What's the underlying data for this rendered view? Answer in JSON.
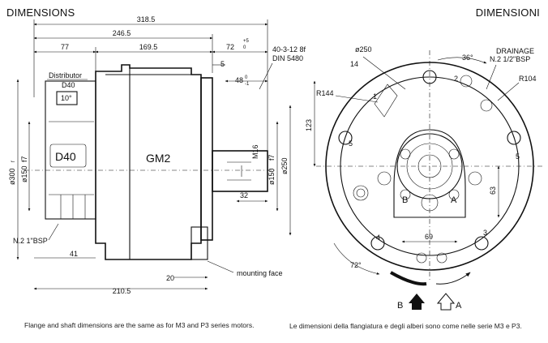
{
  "header": {
    "left_title": "DIMENSIONS",
    "right_title": "DIMENSIONI"
  },
  "side_view": {
    "dims_top": [
      "318.5",
      "246.5",
      "77",
      "169.5",
      "72",
      "+5",
      "0",
      "5",
      "48",
      "0",
      "-1"
    ],
    "spline_spec": [
      "40-3-12 8f",
      "DIN 5480"
    ],
    "distributor_label": "Distributor",
    "d40_small": "D40",
    "box_label": "10°",
    "d40_big": "D40",
    "gm2": "GM2",
    "left_vertical": [
      "ø300",
      "f",
      "ø150",
      "f7"
    ],
    "right_vertical": [
      "M16",
      "ø150",
      "f7",
      "ø250"
    ],
    "dim_32": "32",
    "port_label": "N.2 1\"BSP",
    "dim_41": "41",
    "dim_20": "20",
    "mounting": "mounting face",
    "dim_bottom": "210.5"
  },
  "front_view": {
    "d250": "ø250",
    "d14": "14",
    "r144": "R144",
    "a36": "36°",
    "drainage": [
      "DRAINAGE",
      "N.2  1/2\"BSP"
    ],
    "r104": "R104",
    "d123": "123",
    "d63": "63",
    "d69": "69",
    "a72": "72°",
    "port_b": "B",
    "port_a": "A",
    "rot_b": "B",
    "rot_a": "A",
    "nums": [
      "5",
      "5",
      "4",
      "3",
      "2",
      "1"
    ]
  },
  "captions": {
    "english": "Flange and shaft dimensions are the same as for M3 and P3 series motors.",
    "italian": "Le dimensioni della flangiatura e degli alberi sono come nelle serie M3 e P3."
  }
}
